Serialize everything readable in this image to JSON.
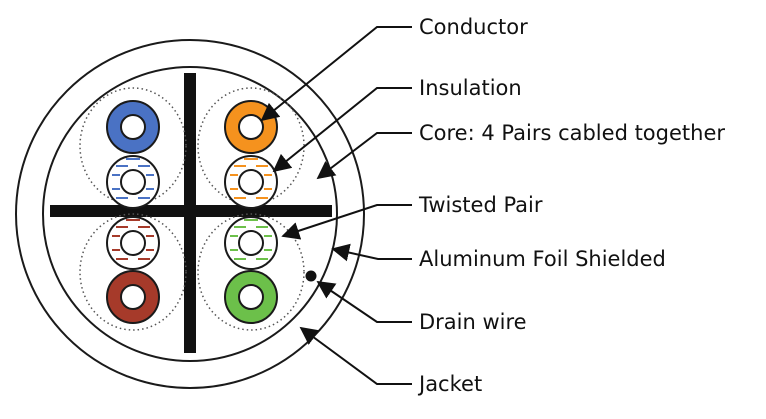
{
  "labels": {
    "conductor": "Conductor",
    "insulation": "Insulation",
    "core": "Core: 4 Pairs cabled together",
    "twisted_pair": "Twisted Pair",
    "foil_shield": "Aluminum Foil Shielded",
    "drain_wire": "Drain wire",
    "jacket": "Jacket"
  },
  "wire_colors": {
    "blue": "#4a72c4",
    "orange": "#f5921e",
    "brown": "#a63a2a",
    "green": "#6cc04a"
  },
  "colors": {
    "outline": "#1a1a1a",
    "separator": "#111111",
    "leader": "#111111",
    "dotted_core": "#555555"
  },
  "icons": [
    "arrow-icon"
  ]
}
